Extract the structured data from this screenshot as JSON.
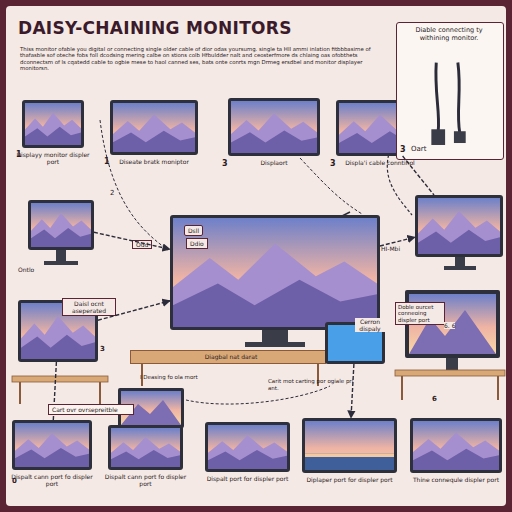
{
  "diagram": {
    "title": "DAISY-CHAINING MONITORS",
    "nodes": [
      {
        "text": [
          "Displayy monitor displer port"
        ]
      },
      {
        "text": [
          "Diseate bratk moniptor"
        ]
      },
      {
        "text": [
          "Displaort"
        ]
      },
      {
        "text": [
          "Displa'i cable conntinol"
        ]
      },
      {
        "text": [
          "Diable connecting ty withining monitor.",
          "Oart"
        ]
      },
      {
        "text": [
          "Ontlo"
        ]
      },
      {
        "text": [
          "Dsll"
        ]
      },
      {
        "text": [
          "HI-Mbi"
        ]
      },
      {
        "text": [
          "Daisl ocnt aseperated"
        ]
      },
      {
        "text": [
          "Diagbal nat darat"
        ]
      },
      {
        "text": [
          "Cerron dispaly"
        ]
      },
      {
        "text": [
          "Dispalt cann port fo displer port"
        ]
      },
      {
        "text": [
          "Dispalt cann port fo displer port"
        ]
      },
      {
        "text": [
          "Dispalt port for displer port"
        ]
      },
      {
        "text": [
          "Diplaper port for displer port"
        ]
      },
      {
        "text": [
          "Thine connequle displer port"
        ]
      }
    ],
    "edges": [
      {
        "from": 5,
        "to": 6,
        "arrow": "to"
      },
      {
        "from": 6,
        "to": 7,
        "arrow": "to"
      },
      {
        "from": 3,
        "to": 7,
        "arrow": "none"
      },
      {
        "from": 8,
        "to": 6,
        "arrow": "to"
      },
      {
        "from": 10,
        "to": 14,
        "arrow": "to"
      },
      {
        "from": 8,
        "to": 11,
        "arrow": "none"
      }
    ],
    "labels": [
      "Thiss monitor ofable you digital or connecting single older cable of dior odas yoursumg. single ta HII ammi inlation fitbbbasirne of thafasble sof oteche fobs foll dcodsing mering calbe on stions colb Hfbuldder nalt and ceosterfmore ds chlaing oas ofobthets dconnectsm of ls cqatedd cable to ogbie mese to haol canned ses, bats onte conrts mgn Drmeg ersdbel and monitor displayer monitorsn.",
      "1",
      "1",
      "3",
      "3",
      "3",
      "2",
      "Ddio",
      "Odd",
      "Doble ourcet conneoing displer port",
      "6. 6",
      "3",
      "I Deasing fo ola mort",
      "Carit mot carting por ogiale pri ant.",
      "Cart ovr ovrsepreitble",
      "6",
      "0"
    ]
  }
}
